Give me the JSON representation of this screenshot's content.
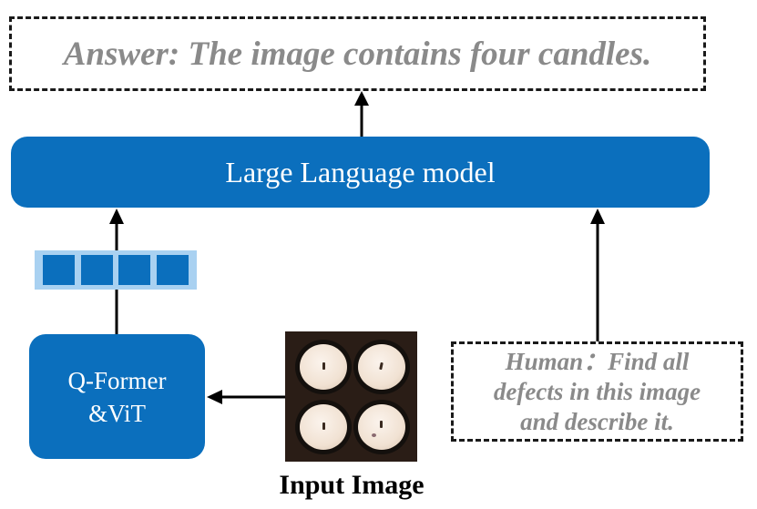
{
  "answer": {
    "text": "Answer: The image contains four candles."
  },
  "llm": {
    "label": "Large Language model"
  },
  "encoder": {
    "line1": "Q-Former",
    "line2": "&ViT"
  },
  "query_tokens": {
    "count": 4
  },
  "input_image": {
    "label": "Input Image",
    "content": "four candles"
  },
  "human": {
    "line1": "Human：Find all",
    "line2": "defects in this image",
    "line3": "and describe it."
  },
  "colors": {
    "block": "#0b6fbd",
    "token_strip": "#a9d1f1",
    "italic_text": "#8a8a8a",
    "arrow": "#000000"
  }
}
